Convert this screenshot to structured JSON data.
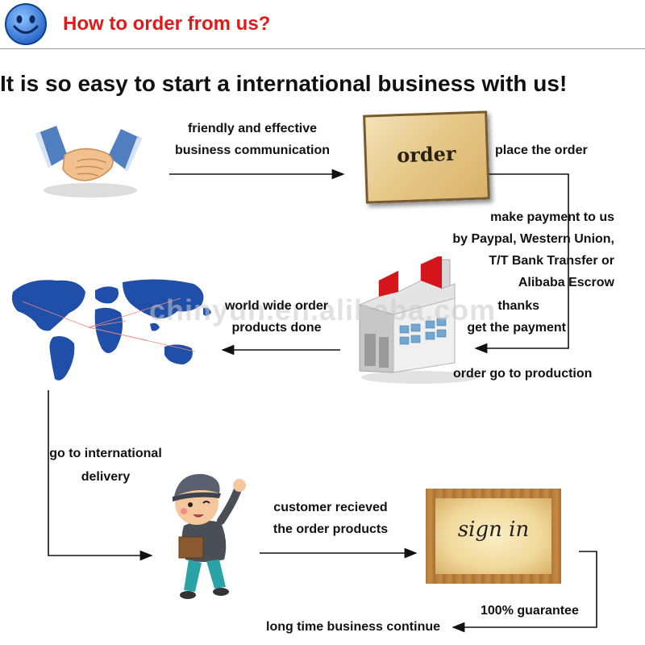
{
  "header": {
    "title": "How to order from us?"
  },
  "headline": "It is so easy to start a international business with us!",
  "watermark": "chinyun.en.alibaba.com",
  "steps": {
    "communication": [
      "friendly and effective",
      "business communication"
    ],
    "place_order": "place the order",
    "order_paper_text": "order",
    "payment": [
      "make payment to us",
      "by Paypal, Western Union,",
      "T/T Bank Transfer or",
      "Alibaba Escrow"
    ],
    "thanks": [
      "thanks",
      "get the payment"
    ],
    "production": "order go to production",
    "products_done": [
      "world wide order",
      "products done"
    ],
    "delivery": [
      "go to international",
      "delivery"
    ],
    "received": [
      "customer recieved",
      "the order products"
    ],
    "sign_text": "sign in",
    "guarantee": "100% guarantee",
    "continue": "long time business continue"
  },
  "icons": {
    "logo": "smiley-face-icon",
    "handshake": "handshake-icon",
    "factory": "factory-icon",
    "map": "world-map-icon",
    "courier": "courier-icon"
  },
  "colors": {
    "title_red": "#e01a1a",
    "map_blue": "#1f4fa8",
    "factory_red": "#d4161c"
  }
}
